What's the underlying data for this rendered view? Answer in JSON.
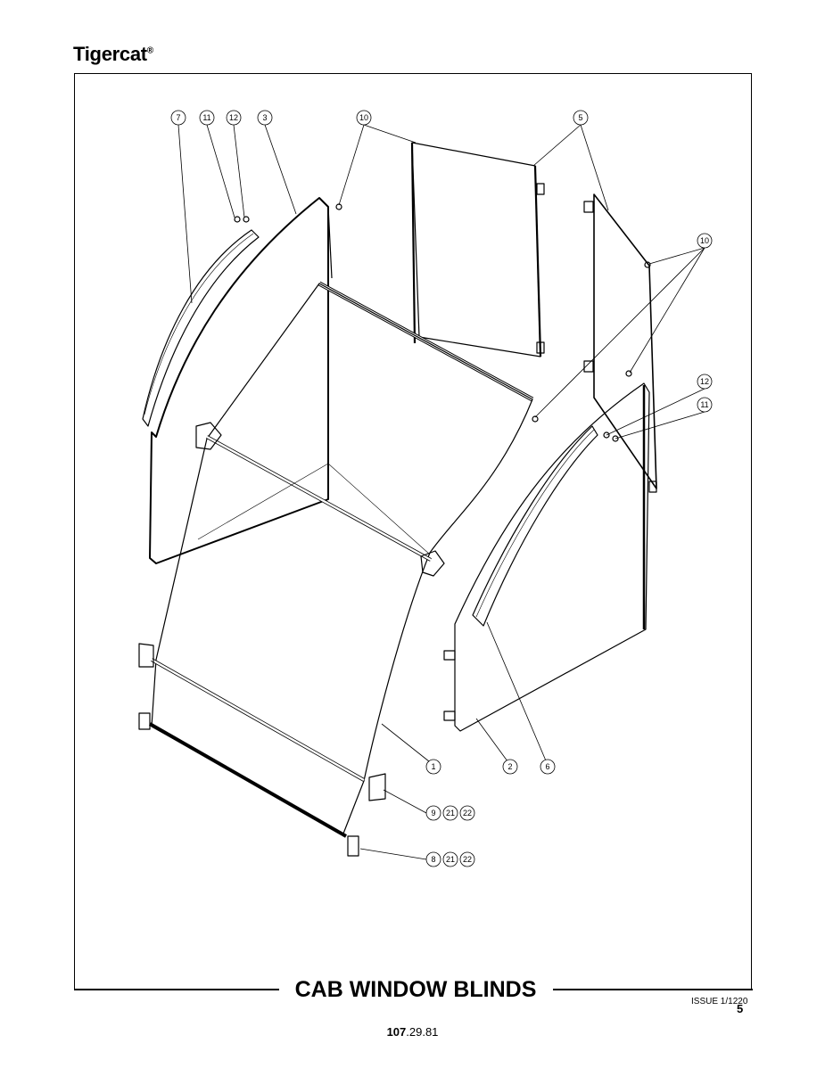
{
  "brand": {
    "name": "Tigercat",
    "mark": "®"
  },
  "title": "CAB WINDOW BLINDS",
  "issue": "ISSUE 1/1220",
  "page_number": "5",
  "doc_number": {
    "bold": "107",
    "rest": ".29.81"
  },
  "callouts": {
    "c7": "7",
    "c11a": "11",
    "c12a": "12",
    "c3": "3",
    "c10a": "10",
    "c5": "5",
    "c10b": "10",
    "c12b": "12",
    "c11b": "11",
    "c1": "1",
    "c2": "2",
    "c6": "6",
    "c9": "9",
    "c21a": "21",
    "c22a": "22",
    "c8": "8",
    "c21b": "21",
    "c22b": "22"
  }
}
